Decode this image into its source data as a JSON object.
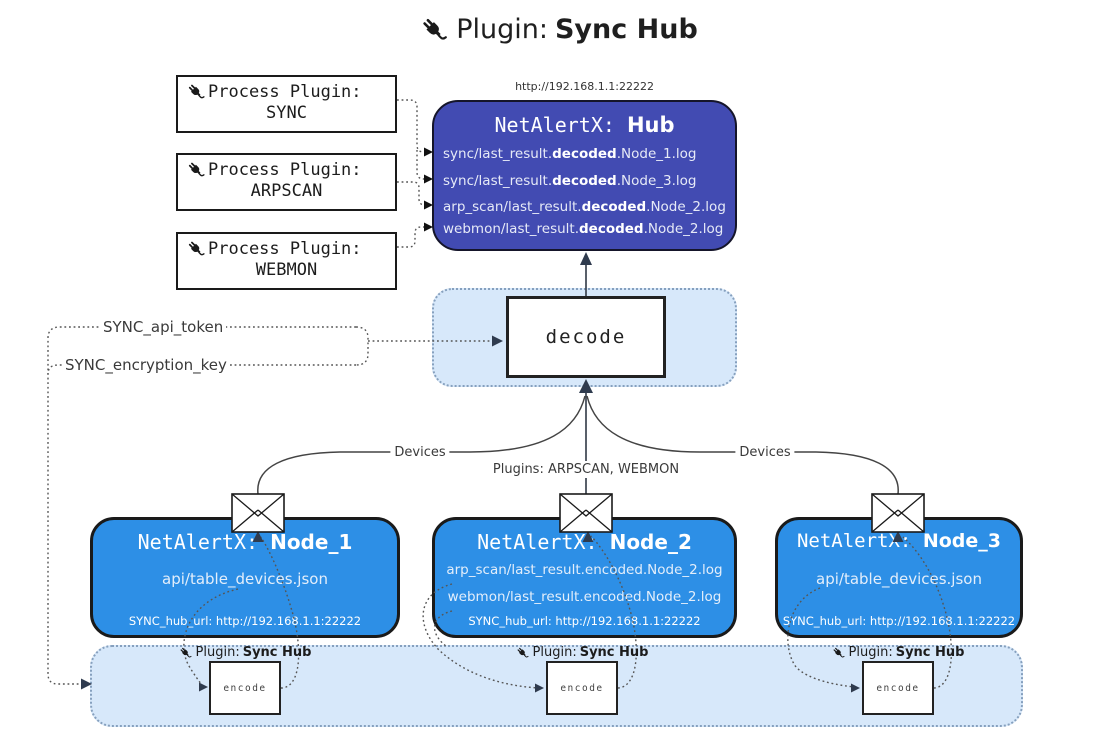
{
  "title": {
    "prefix": "Plugin: ",
    "name": "Sync Hub"
  },
  "hub": {
    "url": "http://192.168.1.1:22222",
    "title_prefix": "NetAlertX: ",
    "title_name": "Hub",
    "log_lines": [
      {
        "pre": "sync/last_result.",
        "bold": "decoded",
        "post": ".Node_1.log"
      },
      {
        "pre": "sync/last_result.",
        "bold": "decoded",
        "post": ".Node_3.log"
      },
      {
        "pre": "arp_scan/last_result.",
        "bold": "decoded",
        "post": ".Node_2.log"
      },
      {
        "pre": "webmon/last_result.",
        "bold": "decoded",
        "post": ".Node_2.log"
      }
    ]
  },
  "process_plugins": [
    {
      "label": "Process Plugin:",
      "name": "SYNC"
    },
    {
      "label": "Process Plugin:",
      "name": "ARPSCAN"
    },
    {
      "label": "Process Plugin:",
      "name": "WEBMON"
    }
  ],
  "decode_box": {
    "label": "decode"
  },
  "settings": {
    "api_token": "SYNC_api_token",
    "encryption_key": "SYNC_encryption_key"
  },
  "edge_labels": {
    "devices_left": "Devices",
    "devices_right": "Devices",
    "plugins": "Plugins: ARPSCAN, WEBMON"
  },
  "nodes": [
    {
      "title_prefix": "NetAlertX: ",
      "title_name": "Node_1",
      "files": [
        "api/table_devices.json"
      ],
      "hub_url": "SYNC_hub_url: http://192.168.1.1:22222"
    },
    {
      "title_prefix": "NetAlertX: ",
      "title_name": "Node_2",
      "files": [
        "arp_scan/last_result.encoded.Node_2.log",
        "webmon/last_result.encoded.Node_2.log"
      ],
      "hub_url": "SYNC_hub_url: http://192.168.1.1:22222"
    },
    {
      "title_prefix": "NetAlertX: ",
      "title_name": "Node_3",
      "files": [
        "api/table_devices.json"
      ],
      "hub_url": "SYNC_hub_url: http://192.168.1.1:22222"
    }
  ],
  "encoders": {
    "plugin_prefix": "Plugin: ",
    "plugin_name": "Sync Hub",
    "label": "encode"
  },
  "colors": {
    "hub_bg": "#424BB2",
    "node_bg": "#2D8FE6",
    "panel_bg": "#D7E8FA",
    "panel_border": "#86A0BE",
    "box_border": "#1A1A1A",
    "line": "#555555",
    "arrow_dark": "#2F3B4E",
    "text_light": "#E6EAF7"
  }
}
